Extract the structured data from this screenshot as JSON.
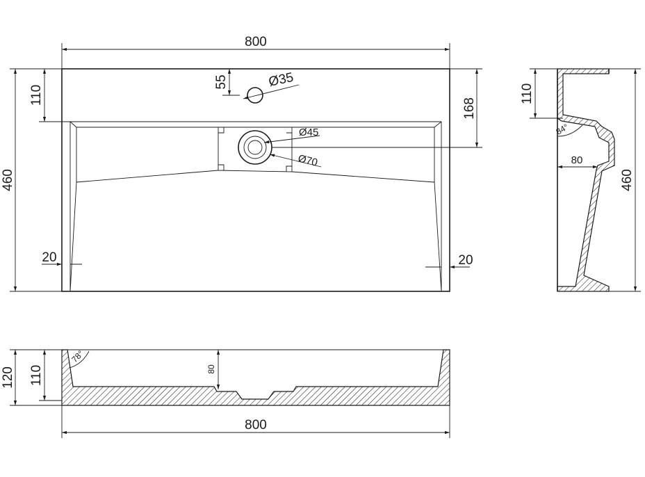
{
  "top_view": {
    "width_dim": "800",
    "height_dim": "460",
    "tap_offset_dim": "110",
    "tap_depth_dim": "55",
    "tap_hole_dim": "Ø35",
    "drain_offset_dim": "168",
    "drain_inner_dim": "Ø45",
    "drain_outer_dim": "Ø70",
    "wall_left_dim": "20",
    "wall_right_dim": "20"
  },
  "side_view": {
    "top_height_dim": "110",
    "total_height_dim": "460",
    "angle_dim": "84°",
    "depth_dim": "80"
  },
  "front_view": {
    "outer_height_dim": "120",
    "inner_height_dim": "110",
    "basin_depth_dim": "80",
    "angle_dim": "78°",
    "width_dim": "800"
  }
}
